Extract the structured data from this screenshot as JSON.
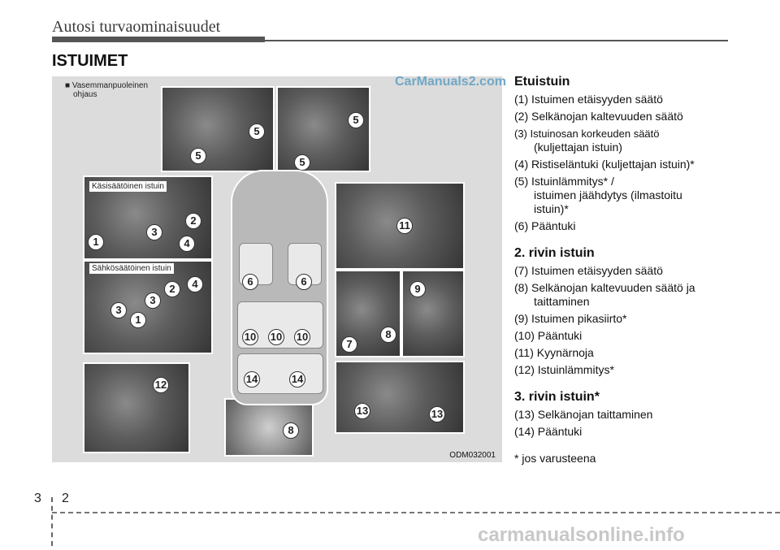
{
  "header": {
    "title": "Autosi turvaominaisuudet"
  },
  "section_title": "ISTUIMET",
  "figure": {
    "legend_line1": "■ Vasemmanpuoleinen",
    "legend_line2": "ohjaus",
    "watermark": "CarManuals2.com",
    "label_manual": "Käsisäätöinen istuin",
    "label_power": "Sähkösäätöinen istuin",
    "code": "ODM032001",
    "callouts": {
      "p1": [
        "5",
        "5"
      ],
      "p2": [
        "5",
        "5"
      ],
      "p3": [
        "1",
        "2",
        "3",
        "4"
      ],
      "p4": [
        "1",
        "2",
        "3",
        "3",
        "4"
      ],
      "p5": [
        "12"
      ],
      "p6": [
        "8"
      ],
      "p7": [
        "11"
      ],
      "p8": [
        "7",
        "8"
      ],
      "p9": [
        "9"
      ],
      "p10": [
        "13",
        "13"
      ],
      "car": [
        "6",
        "6",
        "10",
        "10",
        "10",
        "14",
        "14"
      ]
    }
  },
  "front": {
    "heading": "Etuistuin",
    "items": [
      "(1) Istuimen etäisyyden säätö",
      "(2) Selkänojan kaltevuuden säätö",
      "(3) Istuinosan korkeuden säätö",
      "(kuljettajan istuin)",
      "(4) Ristiseläntuki (kuljettajan istuin)*",
      "(5) Istuinlämmitys* /",
      "istuimen jäähdytys (ilmastoitu",
      "istuin)*",
      "(6) Pääntuki"
    ]
  },
  "row2": {
    "heading": "2. rivin istuin",
    "items": [
      "(7) Istuimen etäisyyden säätö",
      "(8) Selkänojan kaltevuuden säätö ja",
      "taittaminen",
      "(9) Istuimen pikasiirto*",
      "(10) Pääntuki",
      "(11) Kyynärnoja",
      "(12) Istuinlämmitys*"
    ]
  },
  "row3": {
    "heading": "3. rivin istuin*",
    "items": [
      "(13) Selkänojan taittaminen",
      "(14) Pääntuki"
    ]
  },
  "footnote": "* jos varusteena",
  "footer": {
    "chapter": "3",
    "page": "2",
    "site": "carmanualsonline.info"
  }
}
